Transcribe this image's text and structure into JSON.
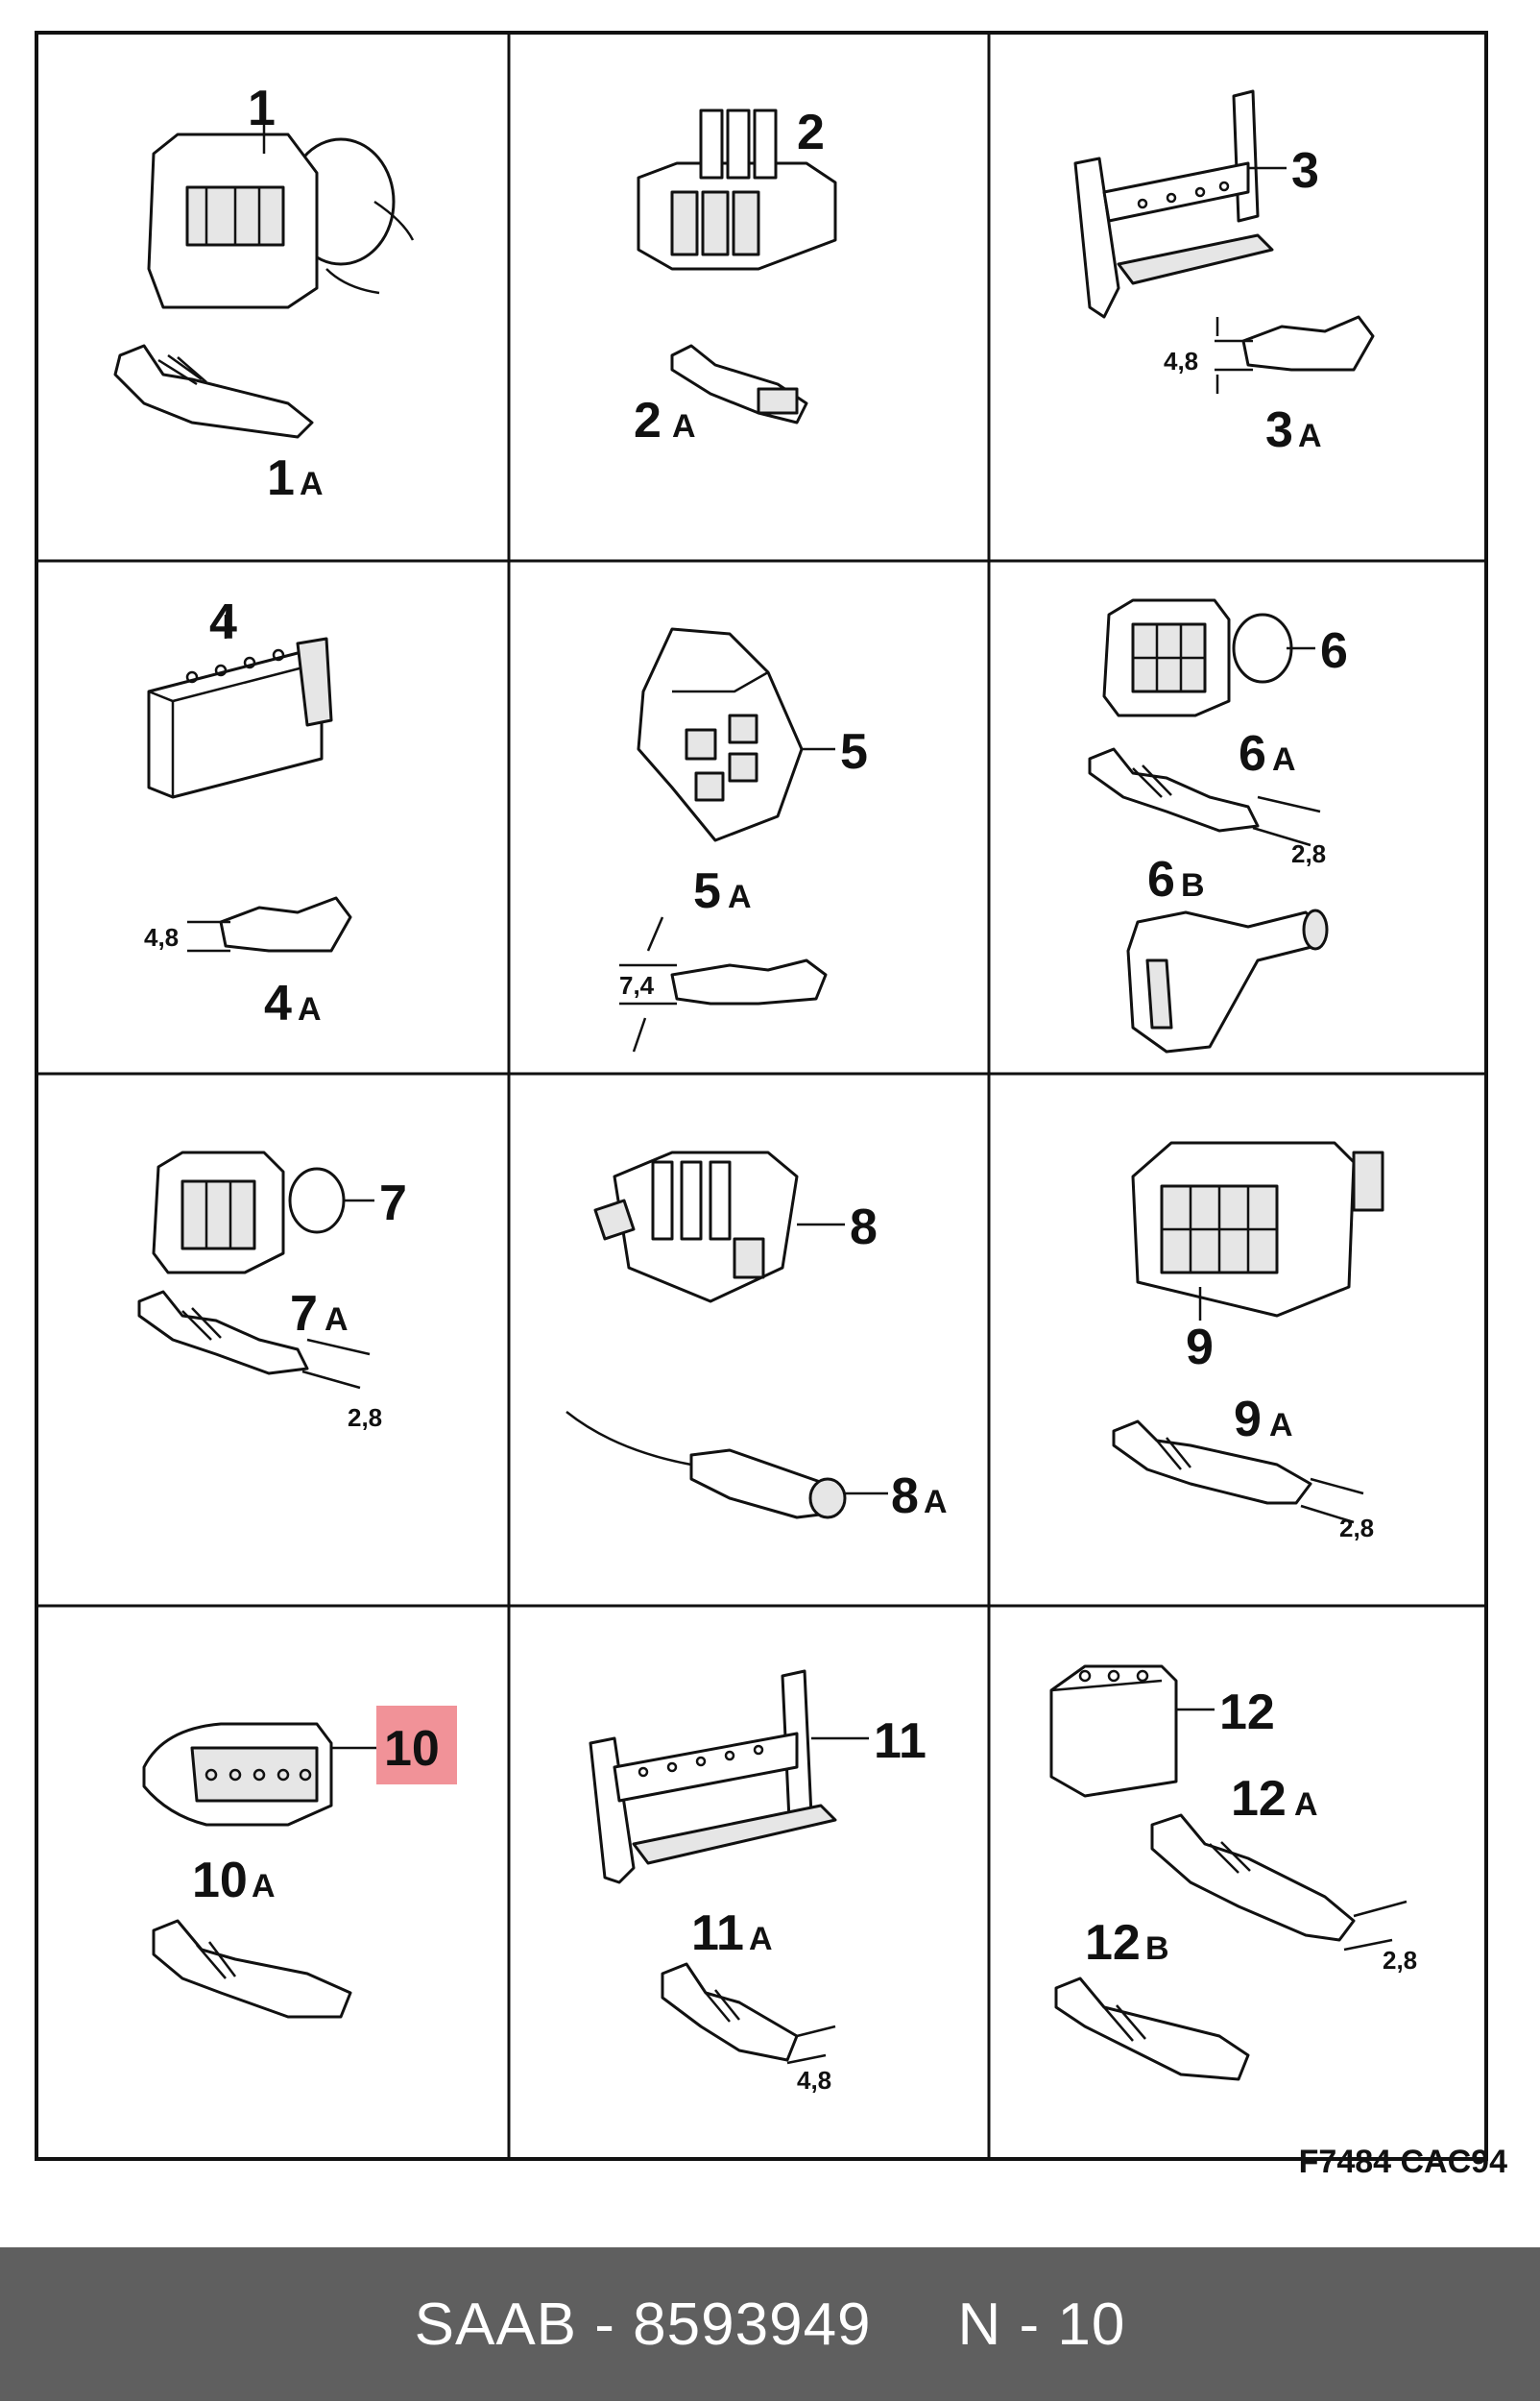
{
  "cells": [
    {
      "number": "1",
      "sub": [
        "1A"
      ]
    },
    {
      "number": "2",
      "sub": [
        "2A"
      ]
    },
    {
      "number": "3",
      "sub": [
        "3A"
      ],
      "dimension": "4,8"
    },
    {
      "number": "4",
      "sub": [
        "4A"
      ],
      "dimension": "4,8"
    },
    {
      "number": "5",
      "sub": [
        "5A"
      ],
      "dimension": "7,4"
    },
    {
      "number": "6",
      "sub": [
        "6A",
        "6B"
      ],
      "dimension": "2,8"
    },
    {
      "number": "7",
      "sub": [
        "7A"
      ],
      "dimension": "2,8"
    },
    {
      "number": "8",
      "sub": [
        "8A"
      ]
    },
    {
      "number": "9",
      "sub": [
        "9A"
      ],
      "dimension": "2,8"
    },
    {
      "number": "10",
      "sub": [
        "10A"
      ],
      "highlighted": true
    },
    {
      "number": "11",
      "sub": [
        "11A"
      ],
      "dimension": "4,8"
    },
    {
      "number": "12",
      "sub": [
        "12A",
        "12B"
      ],
      "dimension": "2,8"
    }
  ],
  "figure_code": "F7484 CAC94",
  "caption": {
    "brand": "SAAB",
    "separator": "-",
    "part_number": "8593949",
    "reference": "N - 10"
  },
  "colors": {
    "highlight": "#ee7f86",
    "caption_bar": "#5f5f5f",
    "caption_text": "#ffffff"
  }
}
